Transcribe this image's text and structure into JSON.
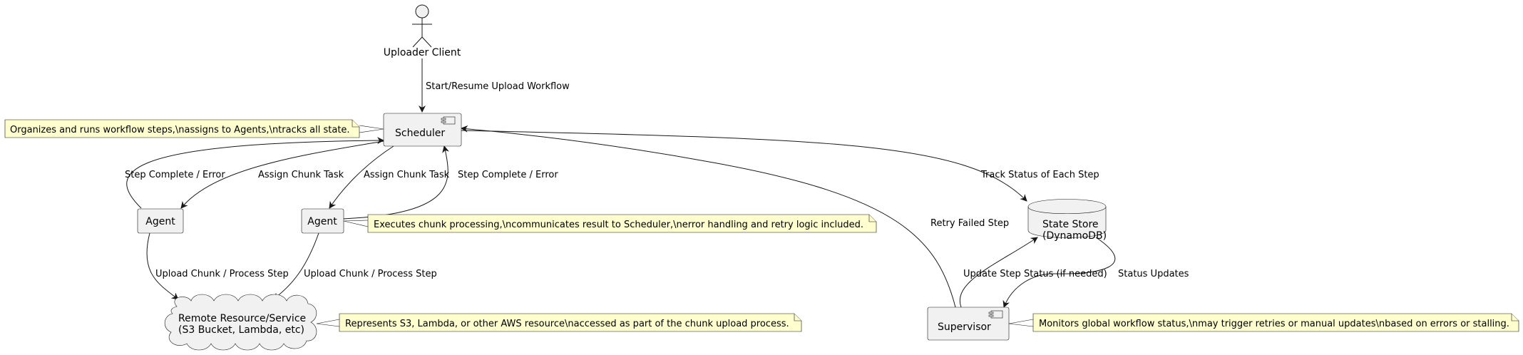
{
  "nodes": {
    "client": {
      "label": "Uploader Client"
    },
    "scheduler": {
      "label": "Scheduler"
    },
    "agent_left": {
      "label": "Agent"
    },
    "agent_mid": {
      "label": "Agent"
    },
    "remote": {
      "label_lines": [
        "Remote Resource/Service",
        "(S3 Bucket, Lambda, etc)"
      ]
    },
    "state_store": {
      "label_lines": [
        "State Store",
        "(DynamoDB)"
      ]
    },
    "supervisor": {
      "label": "Supervisor"
    }
  },
  "notes": {
    "scheduler": "Organizes and runs workflow steps,\\nassigns to Agents,\\ntracks all state.",
    "agent": "Executes chunk processing,\\ncommunicates result to Scheduler,\\nerror handling and retry logic included.",
    "remote": "Represents S3, Lambda, or other AWS resource\\naccessed as part of the chunk upload process.",
    "supervisor": "Monitors global workflow status,\\nmay trigger retries or manual updates\\nbased on errors or stalling."
  },
  "edges": {
    "start": "Start/Resume Upload Workflow",
    "left_complete": "Step Complete / Error",
    "left_assign": "Assign Chunk Task",
    "mid_assign": "Assign Chunk Task",
    "mid_complete": "Step Complete / Error",
    "track": "Track Status of Each Step",
    "retry": "Retry Failed Step",
    "left_upload": "Upload Chunk / Process Step",
    "mid_upload": "Upload Chunk / Process Step",
    "update_status": "Update Step Status (if needed)",
    "status_updates": "Status Updates"
  }
}
